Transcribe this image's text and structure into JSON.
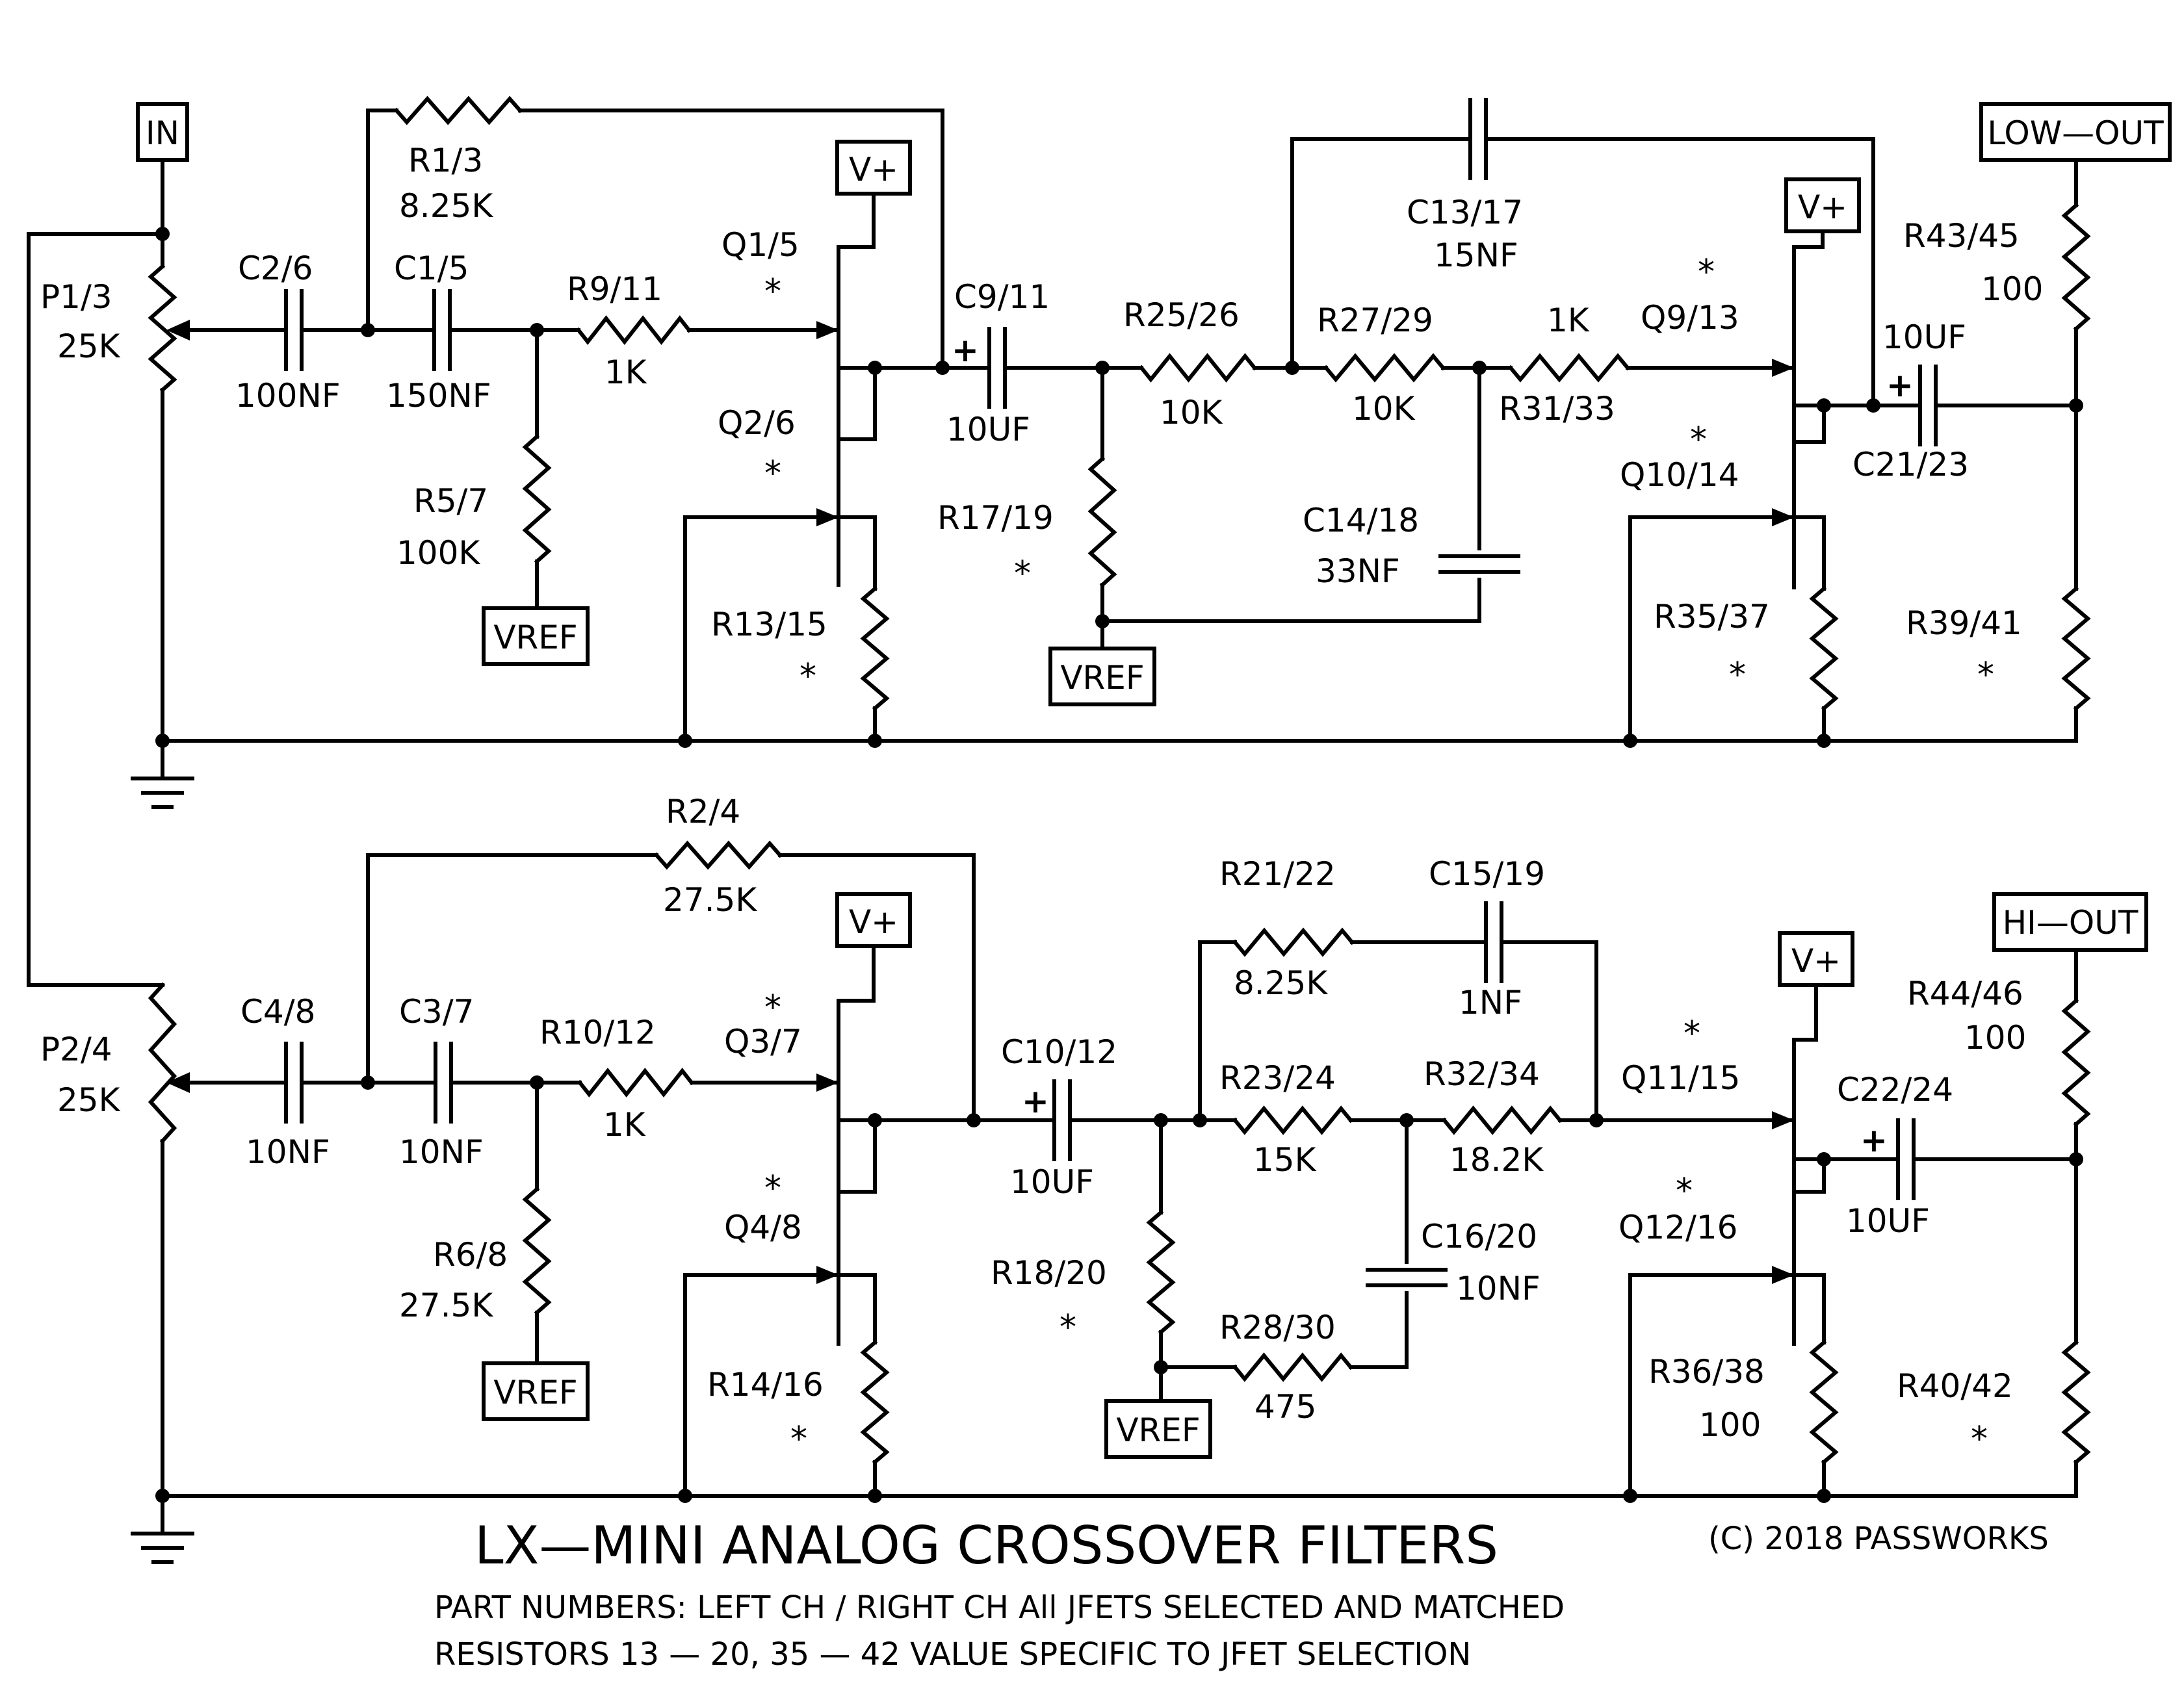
{
  "terminals": {
    "in": "IN",
    "low_out": "LOW—OUT",
    "hi_out": "HI—OUT",
    "vplus": "V+",
    "vref": "VREF"
  },
  "star": "*",
  "plus": "+",
  "labels": {
    "p1_ref": "P1/3",
    "p1_val": "25K",
    "c2_ref": "C2/6",
    "c2_val": "100NF",
    "c1_ref": "C1/5",
    "c1_val": "150NF",
    "r1_ref": "R1/3",
    "r1_val": "8.25K",
    "r9_ref": "R9/11",
    "r9_val": "1K",
    "r5_ref": "R5/7",
    "r5_val": "100K",
    "q1_ref": "Q1/5",
    "q2_ref": "Q2/6",
    "r13_ref": "R13/15",
    "c9_ref": "C9/11",
    "c9_val": "10UF",
    "r17_ref": "R17/19",
    "r25_ref": "R25/26",
    "r25_val": "10K",
    "r27_ref": "R27/29",
    "r27_val": "10K",
    "c13_ref": "C13/17",
    "c13_val": "15NF",
    "c14_ref": "C14/18",
    "c14_val": "33NF",
    "r31_ref": "R31/33",
    "r31_val": "1K",
    "q9_ref": "Q9/13",
    "q10_ref": "Q10/14",
    "r35_ref": "R35/37",
    "c21_ref": "C21/23",
    "c21_val": "10UF",
    "r43_ref": "R43/45",
    "r43_val": "100",
    "r39_ref": "R39/41",
    "p2_ref": "P2/4",
    "p2_val": "25K",
    "c4_ref": "C4/8",
    "c4_val": "10NF",
    "c3_ref": "C3/7",
    "c3_val": "10NF",
    "r2_ref": "R2/4",
    "r2_val": "27.5K",
    "r10_ref": "R10/12",
    "r10_val": "1K",
    "r6_ref": "R6/8",
    "r6_val": "27.5K",
    "q3_ref": "Q3/7",
    "q4_ref": "Q4/8",
    "r14_ref": "R14/16",
    "c10_ref": "C10/12",
    "c10_val": "10UF",
    "r18_ref": "R18/20",
    "r21_ref": "R21/22",
    "r21_val": "8.25K",
    "c15_ref": "C15/19",
    "c15_val": "1NF",
    "r23_ref": "R23/24",
    "r23_val": "15K",
    "r32_ref": "R32/34",
    "r32_val": "18.2K",
    "c16_ref": "C16/20",
    "c16_val": "10NF",
    "r28_ref": "R28/30",
    "r28_val": "475",
    "q11_ref": "Q11/15",
    "q12_ref": "Q12/16",
    "r36_ref": "R36/38",
    "r36_val": "100",
    "c22_ref": "C22/24",
    "c22_val": "10UF",
    "r44_ref": "R44/46",
    "r44_val": "100",
    "r40_ref": "R40/42"
  },
  "footer": {
    "title": "LX—MINI ANALOG CROSSOVER FILTERS",
    "copyright": "(C) 2018 PASSWORKS",
    "note1": "PART NUMBERS:  LEFT CH / RIGHT CH     All JFETS SELECTED AND MATCHED",
    "note2": "RESISTORS 13 — 20, 35 — 42 VALUE SPECIFIC TO JFET SELECTION"
  }
}
